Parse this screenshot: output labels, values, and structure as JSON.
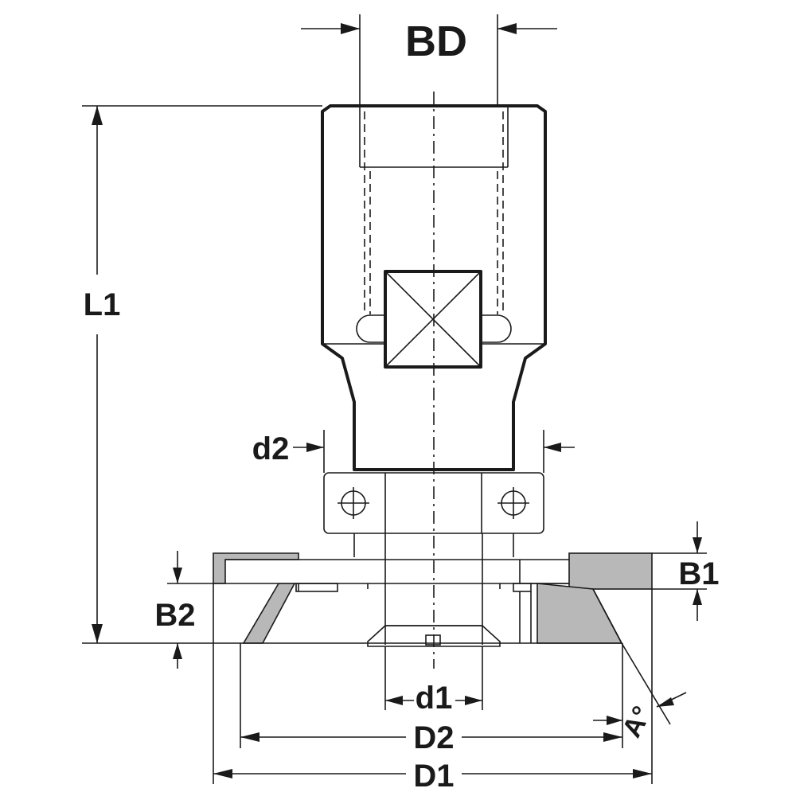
{
  "labels": {
    "bd": "BD",
    "l1": "L1",
    "d2_small": "d2",
    "b1": "B1",
    "b2": "B2",
    "d1_small": "d1",
    "d2_big": "D2",
    "d1_big": "D1",
    "angle": "A°"
  }
}
